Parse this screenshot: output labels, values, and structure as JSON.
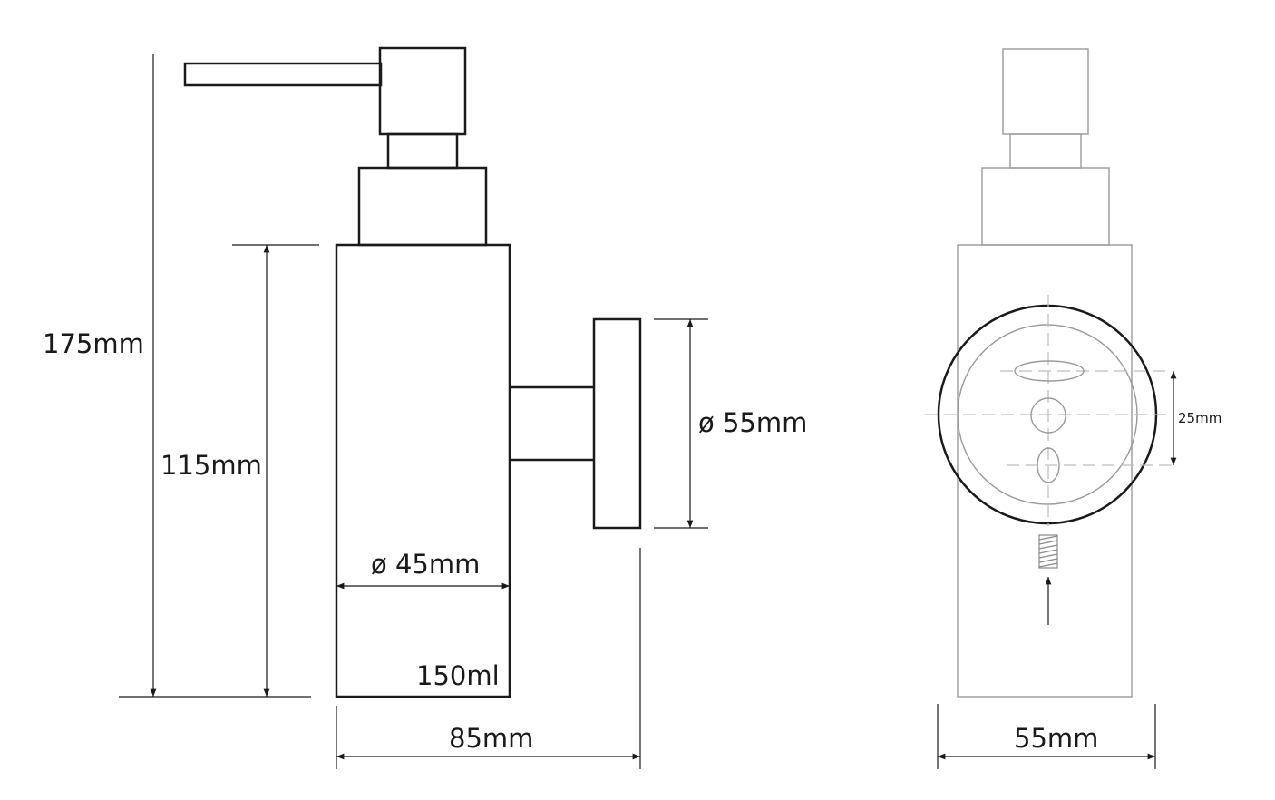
{
  "side_view": {
    "height_total": "175mm",
    "height_body": "115mm",
    "mount_diameter": "ø 55mm",
    "body_diameter": "ø 45mm",
    "capacity": "150ml",
    "depth": "85mm"
  },
  "front_view": {
    "hole_spacing": "25mm",
    "width": "55mm"
  },
  "colors": {
    "ink": "#1a1a1a",
    "light_line": "#9a9a9a",
    "dash": "#bdbdbd"
  }
}
